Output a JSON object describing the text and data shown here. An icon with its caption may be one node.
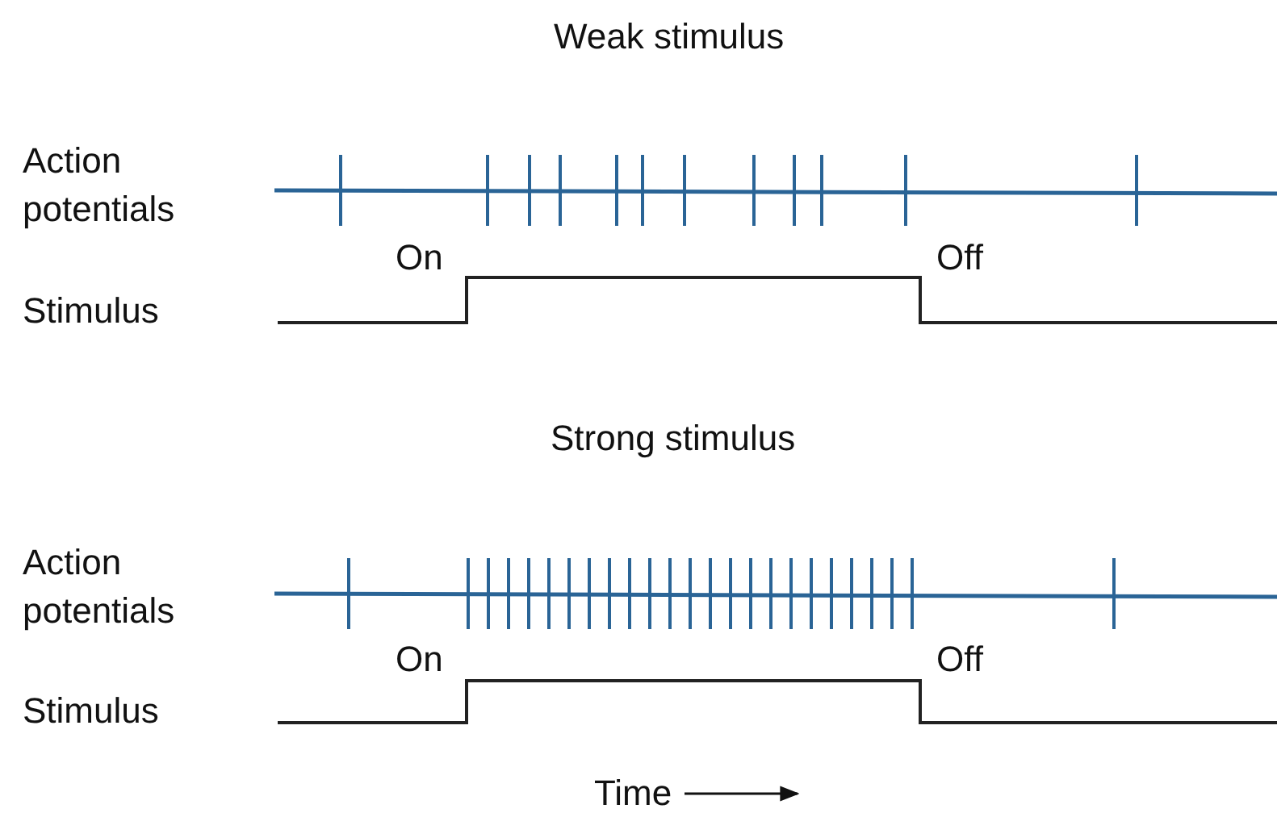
{
  "diagram": {
    "labels": [
      "Weak stimulus",
      "Action potentials",
      "On",
      "Off",
      "Stimulus",
      "Strong stimulus",
      "Action potentials",
      "On",
      "Off",
      "Stimulus",
      "Time"
    ]
  }
}
